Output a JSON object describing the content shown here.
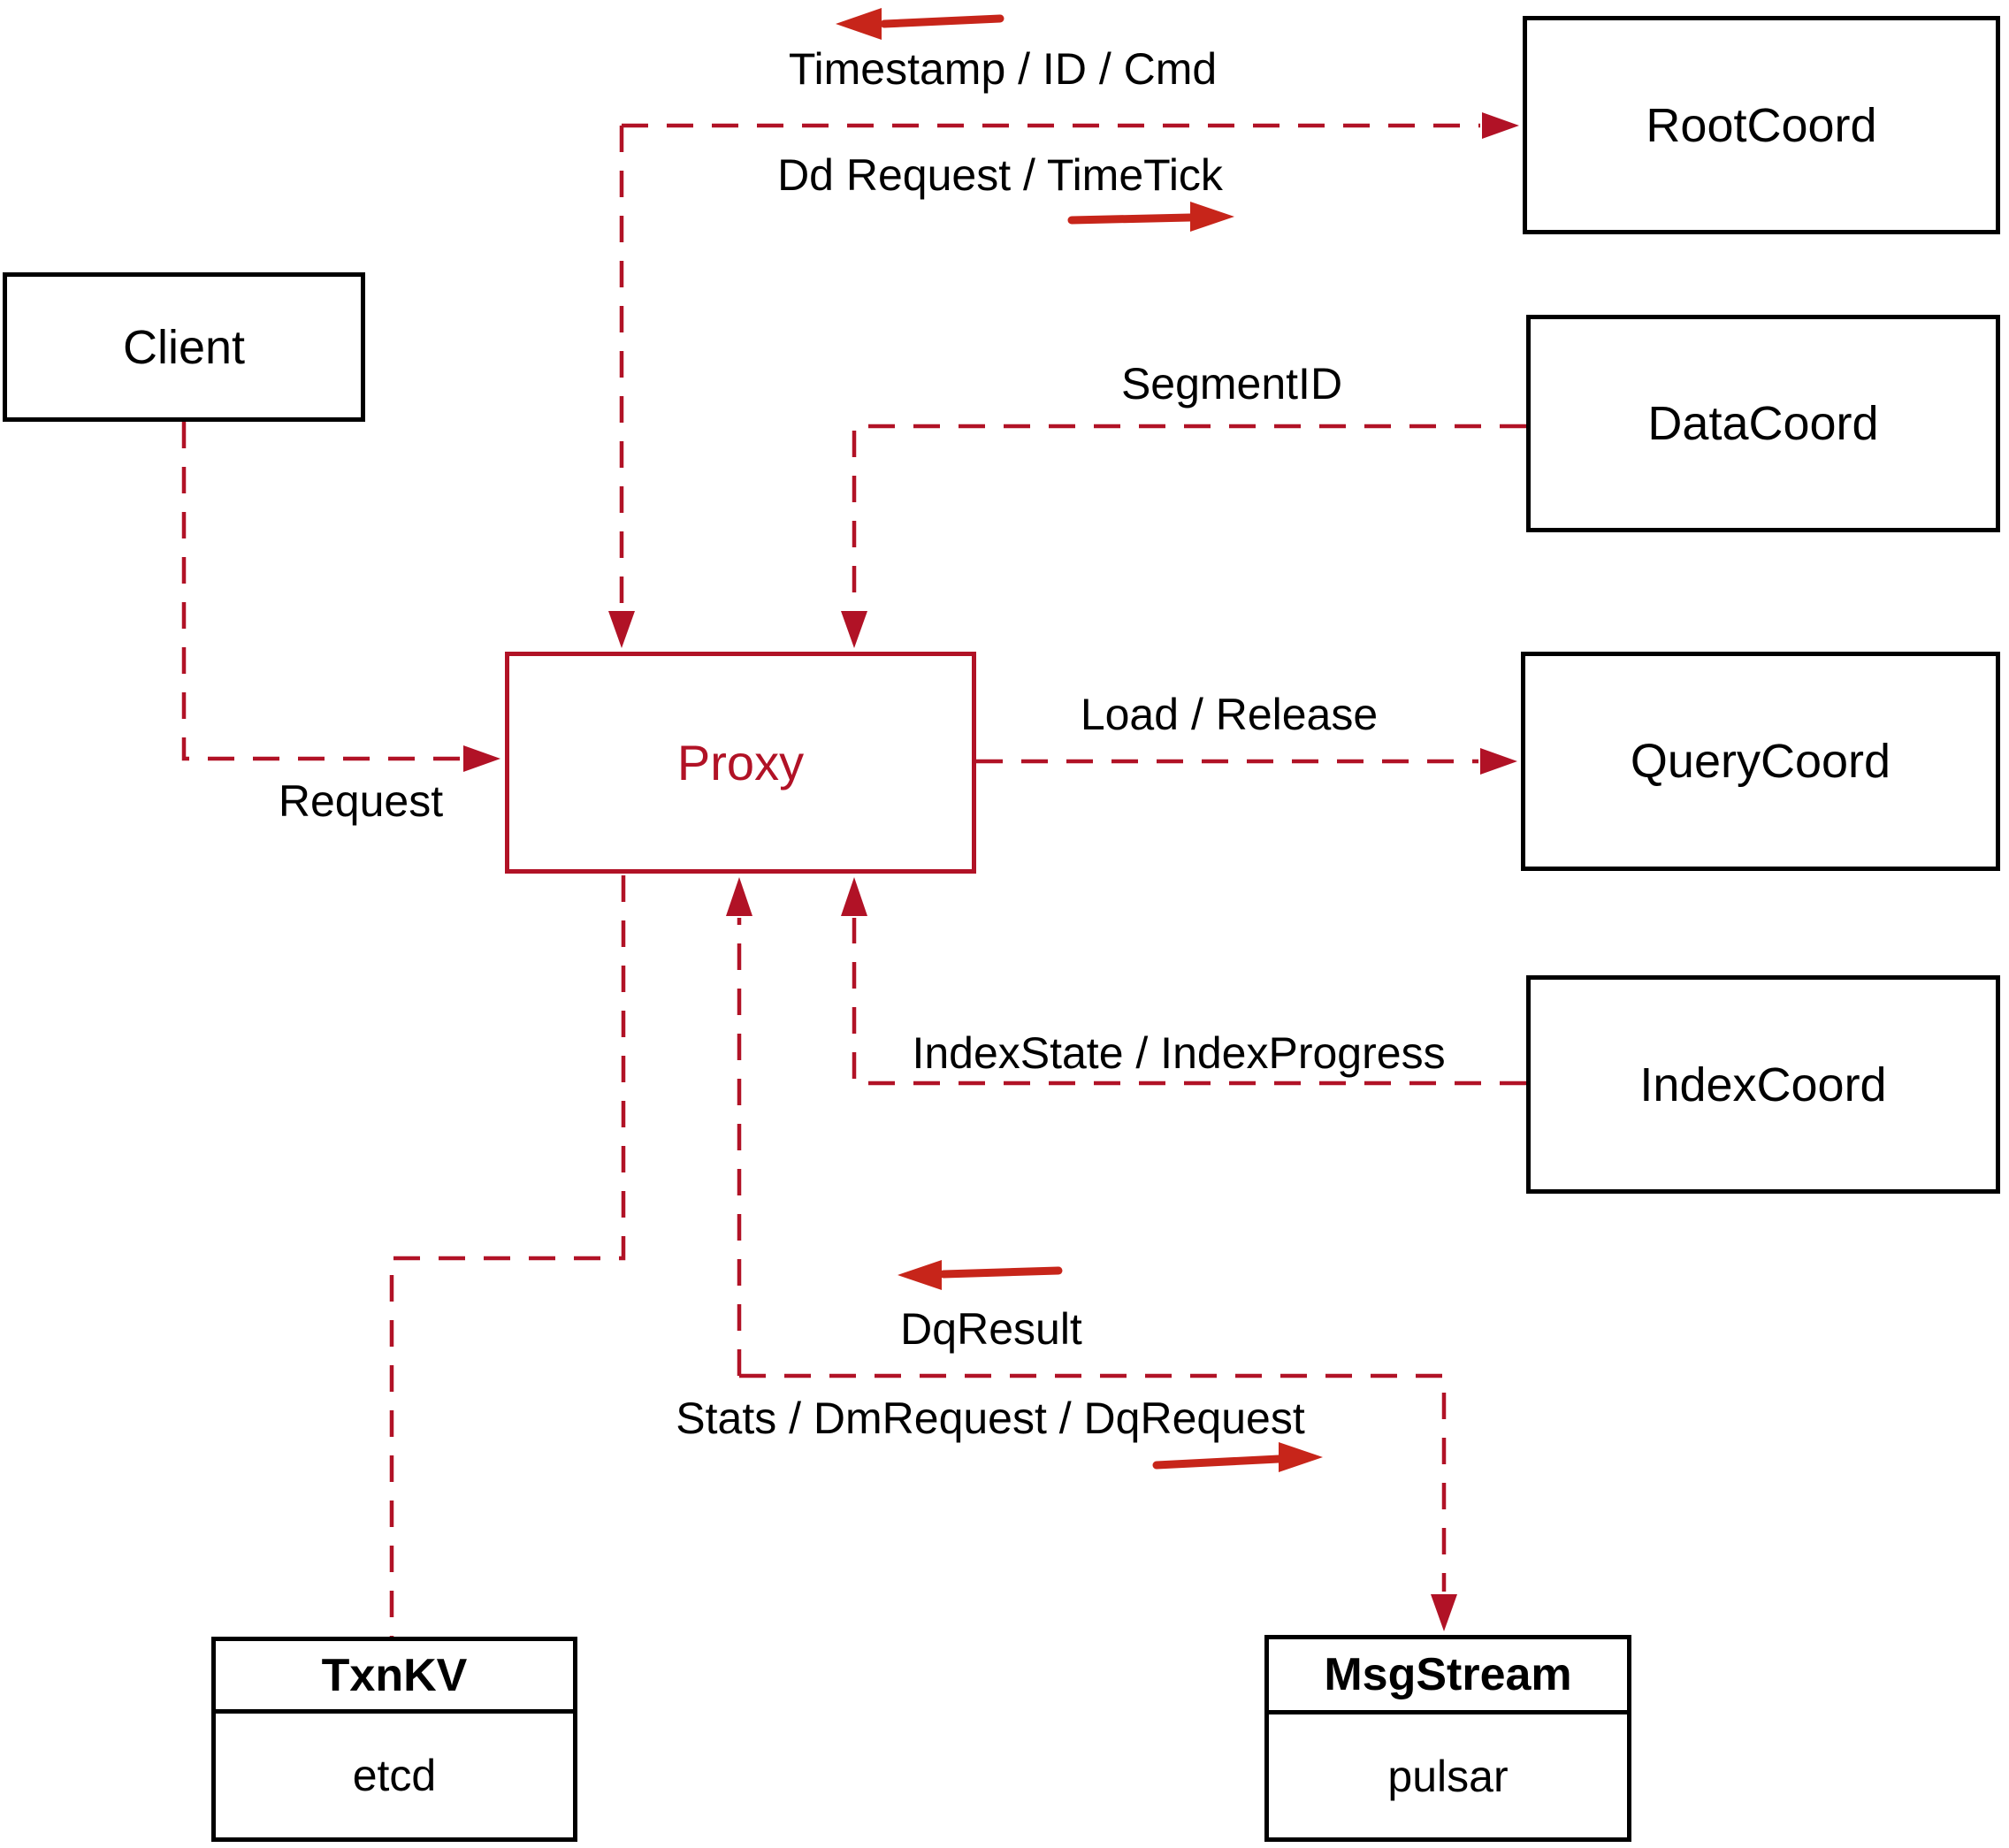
{
  "diagram": {
    "nodes": {
      "client": {
        "label": "Client"
      },
      "proxy": {
        "label": "Proxy"
      },
      "rootcoord": {
        "label": "RootCoord"
      },
      "datacoord": {
        "label": "DataCoord"
      },
      "querycoord": {
        "label": "QueryCoord"
      },
      "indexcoord": {
        "label": "IndexCoord"
      },
      "txnkv": {
        "title": "TxnKV",
        "body": "etcd"
      },
      "msgstream": {
        "title": "MsgStream",
        "body": "pulsar"
      }
    },
    "edge_labels": {
      "timestamp": "Timestamp / ID / Cmd",
      "dd_request": "Dd Request / TimeTick",
      "segment_id": "SegmentID",
      "load_release": "Load / Release",
      "index_state": "IndexState / IndexProgress",
      "dq_result": "DqResult",
      "stats": "Stats / DmRequest / DqRequest",
      "request": "Request"
    },
    "colors": {
      "dashed_line": "#b11226",
      "solid_arrow": "#c7251a",
      "node_border": "#000000",
      "proxy_accent": "#b11226",
      "text": "#000000",
      "background": "#ffffff"
    }
  }
}
